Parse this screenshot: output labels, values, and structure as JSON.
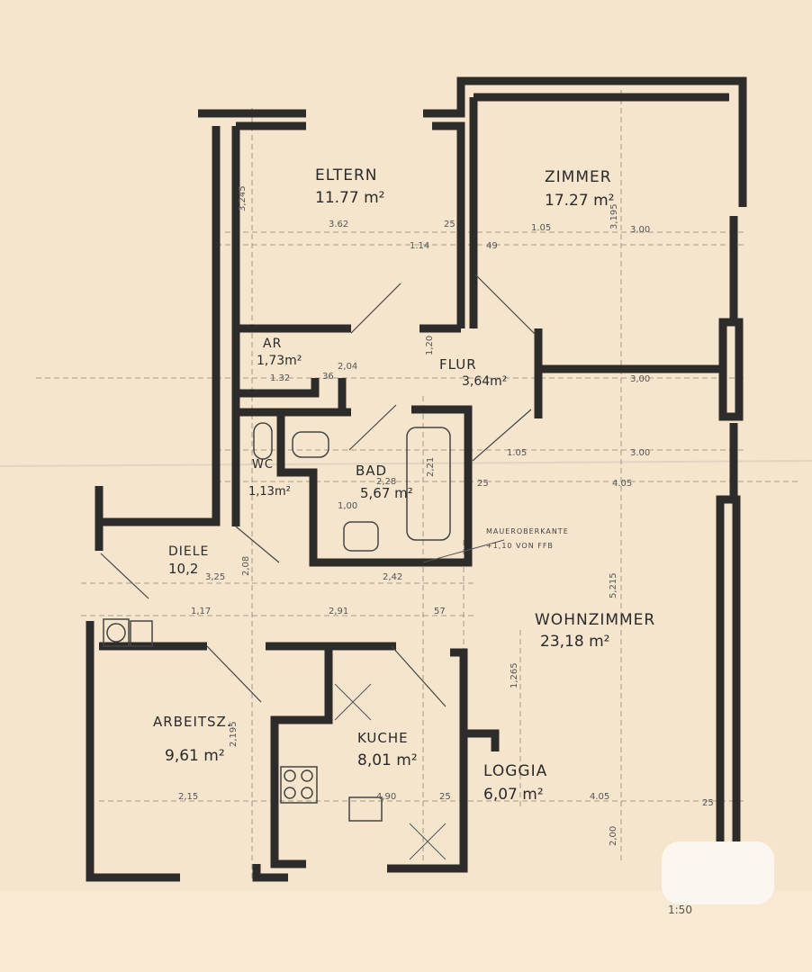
{
  "rooms": {
    "eltern": {
      "name": "ELTERN",
      "area": "11.77 m²"
    },
    "zimmer": {
      "name": "ZIMMER",
      "area": "17.27 m²"
    },
    "ar": {
      "name": "AR",
      "area": "1,73m²"
    },
    "flur": {
      "name": "FLUR",
      "area": "3,64m²"
    },
    "wc": {
      "name": "WC",
      "area": "1,13m²"
    },
    "bad": {
      "name": "BAD",
      "area": "5,67 m²"
    },
    "diele": {
      "name": "DIELE",
      "area": "10,2"
    },
    "wohnzimmer": {
      "name": "WOHNZIMMER",
      "area": "23,18 m²"
    },
    "arbeitsz": {
      "name": "ARBEITSZ.",
      "area": "9,61 m²"
    },
    "kueche": {
      "name": "KUCHE",
      "area": "8,01 m²"
    },
    "loggia": {
      "name": "LOGGIA",
      "area": "6,07 m²"
    }
  },
  "note": {
    "line1": "MAUEROBERKANTE",
    "line2": "+1,10 VON FFB"
  },
  "scale": "1:50",
  "dims": [
    "3.62",
    "3,245",
    "1.14",
    "25",
    "49",
    "1.05",
    "3,00",
    "3,195",
    "1.32",
    "36",
    "2,04",
    "1,20",
    "3,00",
    "1.05",
    "3.00",
    "4.05",
    "2,28",
    "2,21",
    "1,00",
    "3,25",
    "2,42",
    "2,91",
    "1,17",
    "5,215",
    "1,265",
    "2,195",
    "2,15",
    "4,90",
    "4.05",
    "2,00",
    "25",
    "25",
    "25",
    "2,08",
    "57"
  ]
}
